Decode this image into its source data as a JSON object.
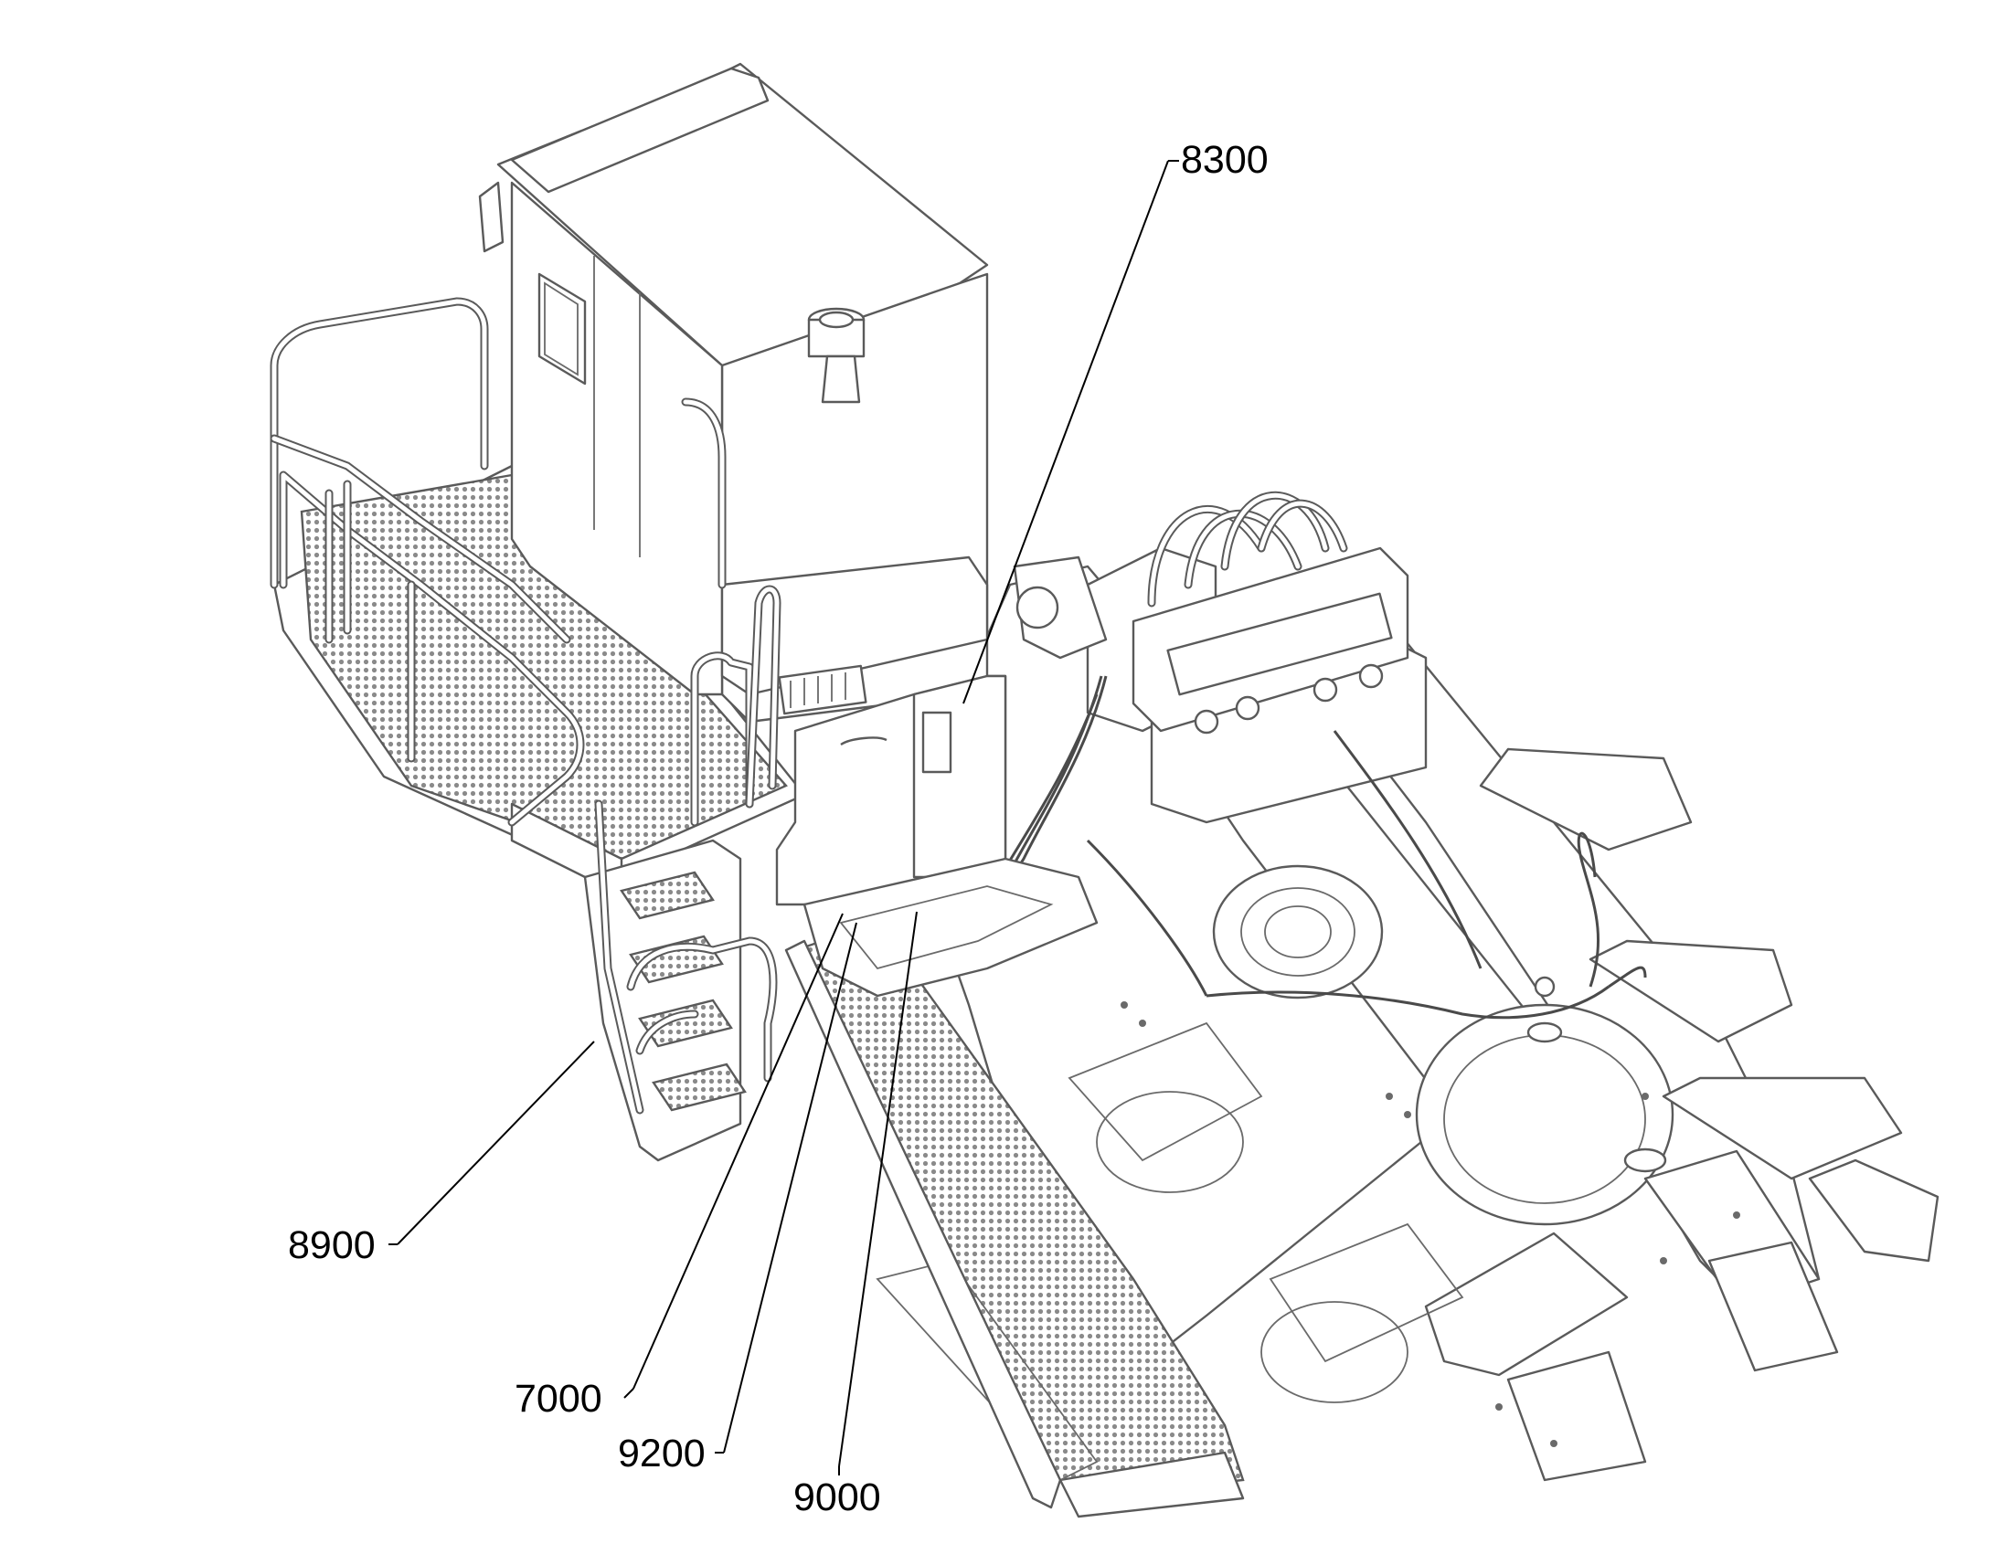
{
  "callouts": {
    "c8300": "8300",
    "c8900": "8900",
    "c7000": "7000",
    "c9200": "9200",
    "c9000": "9000"
  }
}
